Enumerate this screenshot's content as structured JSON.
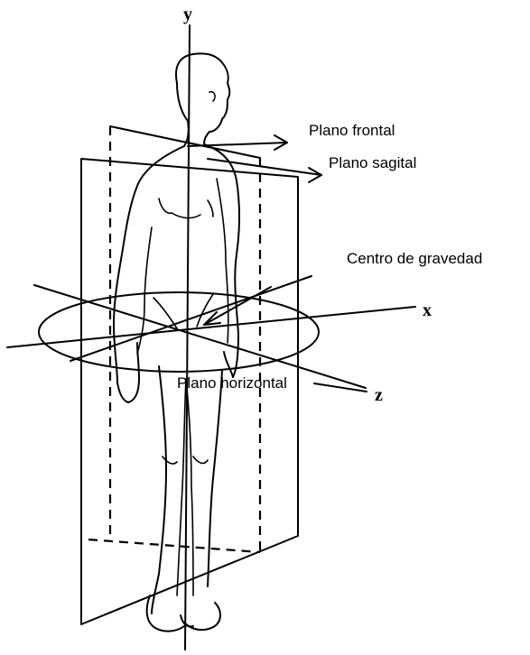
{
  "labels": {
    "y_axis": "y",
    "x_axis": "x",
    "z_axis": "z",
    "frontal": "Plano frontal",
    "sagital": "Plano sagital",
    "center": "Centro de gravedad",
    "horizontal": "Plano horizontal"
  }
}
